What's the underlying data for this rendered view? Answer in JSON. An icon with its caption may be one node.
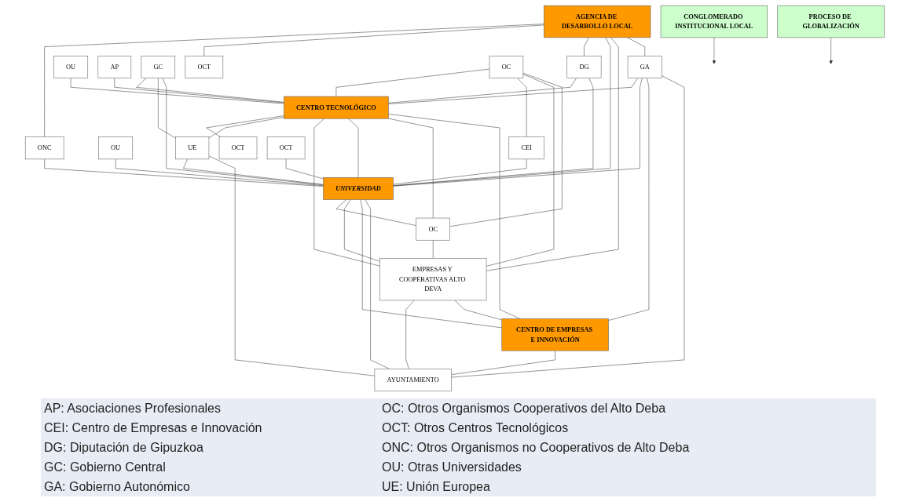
{
  "diagram": {
    "nodes": [
      {
        "text": [
          "ONC"
        ]
      },
      {
        "text": [
          "OCT"
        ]
      },
      {
        "text": [
          "OU"
        ]
      },
      {
        "text": [
          "AP"
        ]
      },
      {
        "text": [
          "AGENCIA DE DESARROLLO LOCAL"
        ]
      },
      {
        "text": [
          "OU"
        ]
      },
      {
        "text": [
          "GC"
        ]
      },
      {
        "text": [
          "CENTRO TECNOLÓGICO"
        ]
      },
      {
        "text": [
          "OCT"
        ]
      },
      {
        "text": [
          "DG"
        ]
      },
      {
        "text": [
          "OC"
        ]
      },
      {
        "text": [
          "CEI"
        ]
      },
      {
        "text": [
          "UE"
        ]
      },
      {
        "text": [
          "CONGLOMERADO INSTITUCIONAL LOCAL"
        ]
      },
      {
        "text": [
          "OCT"
        ]
      },
      {
        "text": [
          "UNIVERSIDAD"
        ]
      },
      {
        "text": [
          "EMPRESAS Y COOPERATIVAS ALTO DEVA"
        ]
      },
      {
        "text": [
          "PROCESO DE GLOBALIZACIÓN"
        ]
      },
      {
        "text": [
          "GA"
        ]
      },
      {
        "text": [
          "OC"
        ]
      },
      {
        "text": [
          "CENTRO DE EMPRESAS E INNOVACIÓN"
        ]
      },
      {
        "text": [
          "AYUNTAMIENTO"
        ]
      }
    ],
    "edges": [
      {
        "from": 4,
        "to": 0,
        "arrow": "none"
      },
      {
        "from": 4,
        "to": 1,
        "arrow": "none"
      },
      {
        "from": 0,
        "to": 15,
        "arrow": "none"
      },
      {
        "from": 5,
        "to": 15,
        "arrow": "none"
      },
      {
        "from": 2,
        "to": 7,
        "arrow": "none"
      },
      {
        "from": 3,
        "to": 7,
        "arrow": "none"
      },
      {
        "from": 7,
        "to": 8,
        "arrow": "none"
      },
      {
        "from": 6,
        "to": 7,
        "arrow": "none"
      },
      {
        "from": 6,
        "to": 12,
        "arrow": "none"
      },
      {
        "from": 6,
        "to": 15,
        "arrow": "none"
      },
      {
        "from": 18,
        "to": 7,
        "arrow": "none"
      },
      {
        "from": 4,
        "to": 9,
        "arrow": "none"
      },
      {
        "from": 9,
        "to": 7,
        "arrow": "none"
      },
      {
        "from": 9,
        "to": 15,
        "arrow": "none"
      },
      {
        "from": 4,
        "to": 15,
        "arrow": "none"
      },
      {
        "from": 4,
        "to": 16,
        "arrow": "none"
      },
      {
        "from": 4,
        "to": 18,
        "arrow": "none"
      },
      {
        "from": 10,
        "to": 7,
        "arrow": "none"
      },
      {
        "from": 10,
        "to": 11,
        "arrow": "none"
      },
      {
        "from": 10,
        "to": 16,
        "arrow": "none"
      },
      {
        "from": 10,
        "to": 19,
        "arrow": "none"
      },
      {
        "from": 11,
        "to": 15,
        "arrow": "none"
      },
      {
        "from": 7,
        "to": 12,
        "arrow": "none"
      },
      {
        "from": 7,
        "to": 16,
        "arrow": "none"
      },
      {
        "from": 7,
        "to": 15,
        "arrow": "none"
      },
      {
        "from": 7,
        "to": 19,
        "arrow": "none"
      },
      {
        "from": 7,
        "to": 20,
        "arrow": "none"
      },
      {
        "from": 12,
        "to": 15,
        "arrow": "none"
      },
      {
        "from": 12,
        "to": 21,
        "arrow": "none"
      },
      {
        "from": 13,
        "to": null,
        "arrow": "to"
      },
      {
        "from": 14,
        "to": 15,
        "arrow": "none"
      },
      {
        "from": 17,
        "to": null,
        "arrow": "to"
      },
      {
        "from": 18,
        "to": 15,
        "arrow": "none"
      },
      {
        "from": 15,
        "to": 19,
        "arrow": "none"
      },
      {
        "from": 15,
        "to": 16,
        "arrow": "none"
      },
      {
        "from": 15,
        "to": 20,
        "arrow": "none"
      },
      {
        "from": 15,
        "to": 21,
        "arrow": "none"
      },
      {
        "from": 19,
        "to": 16,
        "arrow": "none"
      },
      {
        "from": 18,
        "to": 20,
        "arrow": "none"
      },
      {
        "from": 18,
        "to": 21,
        "arrow": "none"
      },
      {
        "from": 16,
        "to": 21,
        "arrow": "none"
      },
      {
        "from": 16,
        "to": 20,
        "arrow": "none"
      },
      {
        "from": 20,
        "to": 21,
        "arrow": "none"
      }
    ],
    "labels": [
      "AP: Asociaciones Profesionales",
      "OC: Otros Organismos Cooperativos del Alto Deba",
      "CEI: Centro de Empresas e Innovación",
      "OCT: Otros Centros Tecnológicos",
      "DG: Diputación de Gipuzkoa",
      "ONC: Otros Organismos no Cooperativos de Alto Deba",
      "GC: Gobierno Central",
      "OU: Otras Universidades",
      "GA: Gobierno Autonómico",
      "UE: Unión Europea"
    ]
  }
}
